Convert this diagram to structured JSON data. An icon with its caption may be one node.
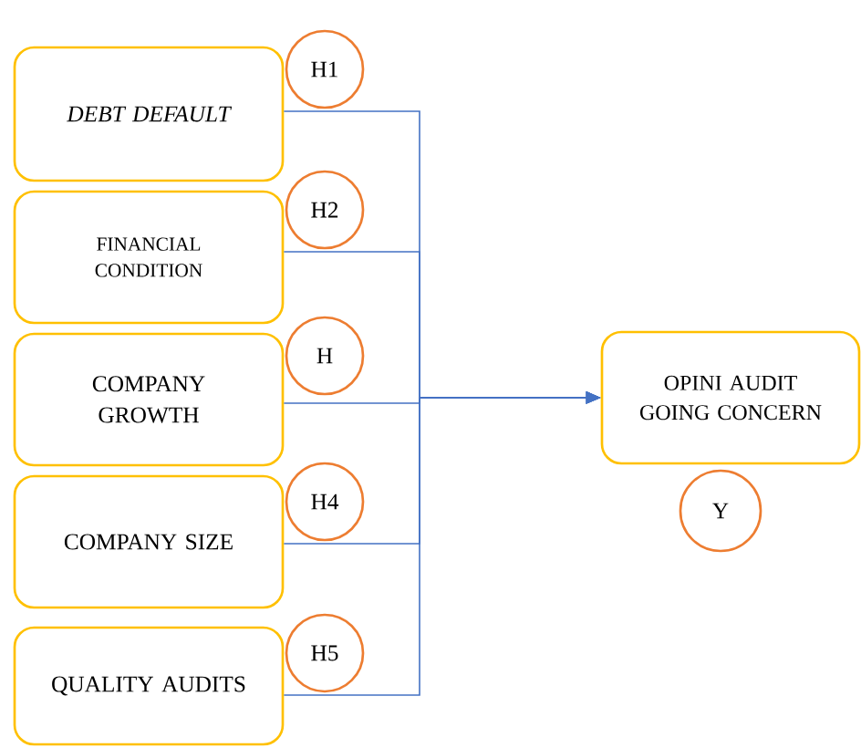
{
  "diagram": {
    "nodes": [
      {
        "text": [
          "DEBT DEFAULT"
        ]
      },
      {
        "text": [
          "FINANCIAL CONDITION"
        ]
      },
      {
        "text": [
          "COMPANY GROWTH"
        ]
      },
      {
        "text": [
          "COMPANY SIZE"
        ]
      },
      {
        "text": [
          "QUALITY AUDITS"
        ]
      },
      {
        "text": [
          "OPINI AUDIT GOING CONCERN"
        ]
      },
      {
        "text": [
          "H1"
        ]
      },
      {
        "text": [
          "H2"
        ]
      },
      {
        "text": [
          "H"
        ]
      },
      {
        "text": [
          "H4"
        ]
      },
      {
        "text": [
          "H5"
        ]
      },
      {
        "text": [
          "Y"
        ]
      }
    ],
    "edges": [
      {
        "from": 0,
        "to": 5,
        "arrow": "to"
      },
      {
        "from": 1,
        "to": 5,
        "arrow": "to"
      },
      {
        "from": 2,
        "to": 5,
        "arrow": "to"
      },
      {
        "from": 3,
        "to": 5,
        "arrow": "to"
      },
      {
        "from": 4,
        "to": 5,
        "arrow": "to"
      }
    ]
  }
}
